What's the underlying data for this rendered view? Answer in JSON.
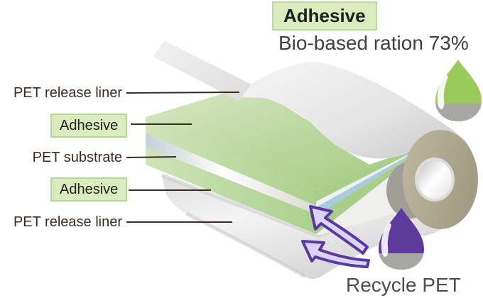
{
  "callout": {
    "adhesive_label": "Adhesive",
    "bio_based_text": "Bio-based ration 73%"
  },
  "layer_labels": [
    {
      "label": "PET release liner",
      "boxed": false
    },
    {
      "label": "Adhesive",
      "boxed": true
    },
    {
      "label": "PET substrate",
      "boxed": false
    },
    {
      "label": "Adhesive",
      "boxed": true
    },
    {
      "label": "PET release liner",
      "boxed": false
    }
  ],
  "recycle_text": "Recycle PET",
  "icons": {
    "green_droplet": "bio-based-droplet-icon",
    "purple_droplet": "recycle-pet-droplet-icon",
    "roll": "film-roll-icon",
    "arrows": "recycle-arrows-icon"
  },
  "colors": {
    "label_text": "#3a2c25",
    "leader_line": "#3a2c25",
    "green_box_fill": "#daecbe",
    "green_box_border": "#b5d696",
    "adhesive_green": "#b9d69c",
    "substrate_blue": "#a8cbe0",
    "liner_gray": "#e9e9e9",
    "roll_tan": "#b3ae96",
    "droplet_green": "#9cc95c",
    "droplet_purple": "#5e3a9d",
    "droplet_gray": "#a7a7a4",
    "arrow_fill": "#d9d3f4",
    "arrow_stroke": "#5a3a9f",
    "subtitle_text": "#404042",
    "recycle_text_color": "#4d4d4d"
  }
}
